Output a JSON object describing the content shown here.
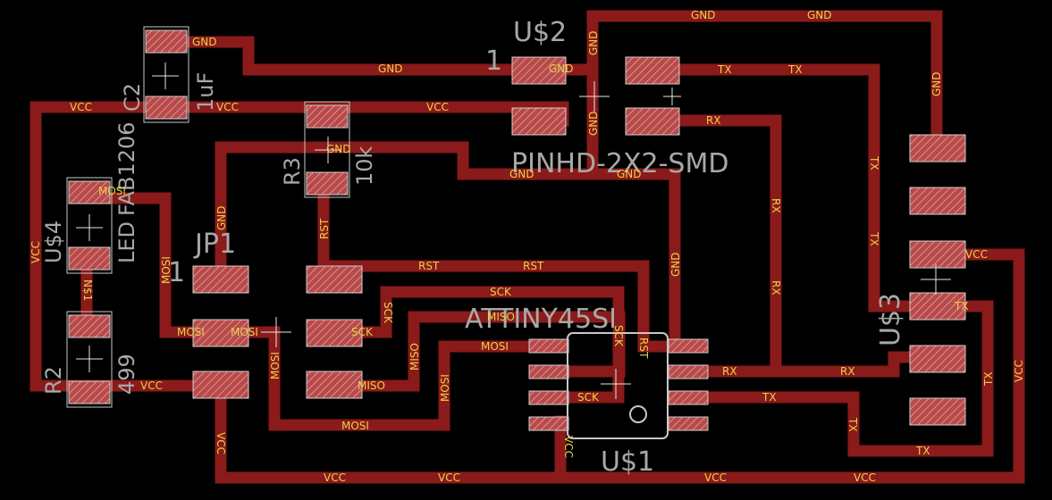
{
  "labels": {
    "u2": "U$2",
    "u2_pin1": "1",
    "pinhd": "PINHD-2X2-SMD",
    "c2": "C2",
    "c2_val": "1uF",
    "r3": "R3",
    "r3_val": "10k",
    "u4": "U$4",
    "led": "LED",
    "fab": "FAB1206",
    "jp1": "JP1",
    "jp1_pin1": "1",
    "r2": "R2",
    "r2_val": "499",
    "attiny": "ATTINY45SI",
    "u1": "U$1",
    "u3": "U$3"
  },
  "nets": {
    "gnd": "GND",
    "vcc": "VCC",
    "mosi": "MOSI",
    "miso": "MISO",
    "sck": "SCK",
    "rst": "RST",
    "tx": "TX",
    "rx": "RX",
    "n1": "N$1"
  },
  "colors": {
    "background": "#000000",
    "trace": "#8b1a1a",
    "net_label": "#e8d24a",
    "part_label": "#a8a8a8"
  }
}
